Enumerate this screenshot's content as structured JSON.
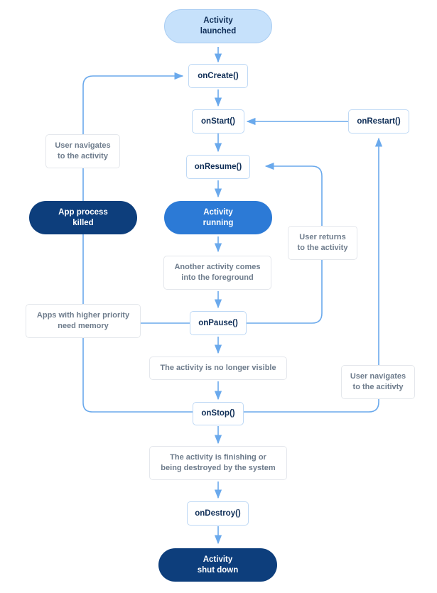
{
  "colors": {
    "connector": "#6aa9ec",
    "method_border": "#bfd9f5",
    "method_text": "#0f2e57",
    "note_text": "#6e7c8c",
    "start_pill": "#c6e1fb",
    "running_pill": "#2c7ad6",
    "terminal_pill": "#0d3e7c"
  },
  "states": {
    "launched": "Activity\nlaunched",
    "running": "Activity\nrunning",
    "killed": "App process\nkilled",
    "shut_down": "Activity\nshut down"
  },
  "callbacks": {
    "on_create": "onCreate()",
    "on_start": "onStart()",
    "on_restart": "onRestart()",
    "on_resume": "onResume()",
    "on_pause": "onPause()",
    "on_stop": "onStop()",
    "on_destroy": "onDestroy()"
  },
  "notes": {
    "user_navigates_to_activity": "User navigates\nto the activity",
    "another_activity_foreground": "Another activity comes\ninto the foreground",
    "user_returns": "User returns\nto the activity",
    "higher_priority_apps": "Apps with higher priority\nneed memory",
    "no_longer_visible": "The activity is no longer visible",
    "user_navigates_to_acitivty": "User navigates\nto the acitivty",
    "finishing_or_destroyed": "The activity is finishing or\nbeing destroyed by the system"
  }
}
